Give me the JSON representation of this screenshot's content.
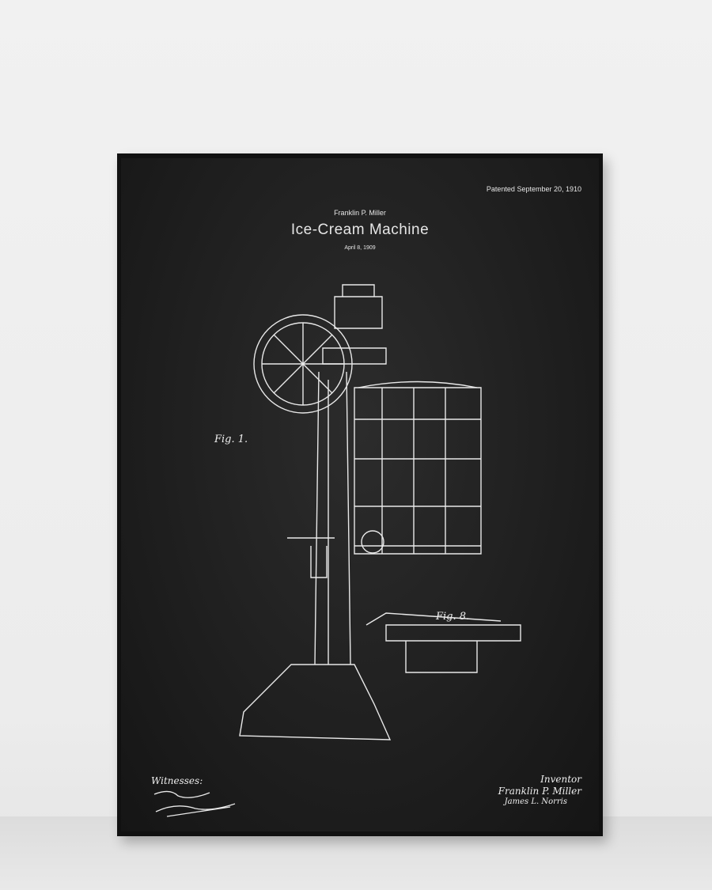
{
  "poster": {
    "patented": "Patented September 20, 1910",
    "inventor_name": "Franklin P. Miller",
    "title": "Ice-Cream Machine",
    "filed_date": "April 8, 1909",
    "figure_labels": [
      "Fig. 1.",
      "Fig. 8."
    ],
    "witnesses_label": "Witnesses:",
    "inventor_label": "Inventor",
    "inventor_signature": "Franklin P. Miller",
    "attorney_signature": "James L. Norris"
  }
}
